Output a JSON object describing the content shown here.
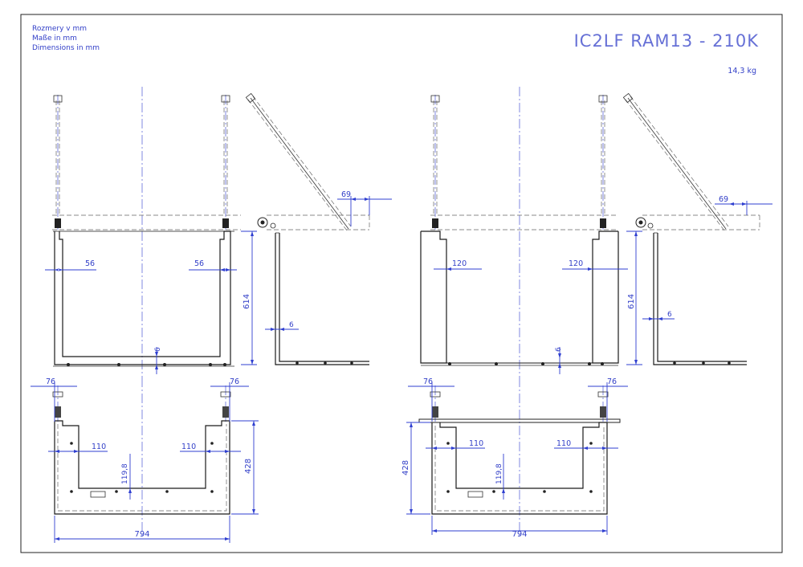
{
  "header": {
    "units_cs": "Rozmery v mm",
    "units_de": "Maße in mm",
    "units_en": "Dimensions in mm",
    "title": "IC2LF RAM13 - 210K",
    "weight": "14,3 kg"
  },
  "left_assembly": {
    "front_view": {
      "gap_left": "56",
      "gap_right": "56",
      "gap_bottom": "6"
    },
    "side_view": {
      "overhang": "69",
      "height": "614",
      "wall": "6"
    },
    "plan_view": {
      "edge_left": "76",
      "edge_right": "76",
      "inset_left": "110",
      "inset_right": "110",
      "depth_offset": "119,8",
      "depth": "428",
      "width": "794"
    }
  },
  "right_assembly": {
    "front_view": {
      "gap_left": "120",
      "gap_right": "120",
      "gap_bottom": "6"
    },
    "side_view": {
      "overhang": "69",
      "height": "614",
      "wall": "6"
    },
    "plan_view": {
      "edge_left": "76",
      "edge_right": "76",
      "inset_left": "110",
      "inset_right": "110",
      "depth_offset": "119,8",
      "depth": "428",
      "width": "794"
    }
  },
  "colors": {
    "dimension": "#3340c8",
    "outline": "#1a1a1a",
    "background": "#ffffff"
  }
}
